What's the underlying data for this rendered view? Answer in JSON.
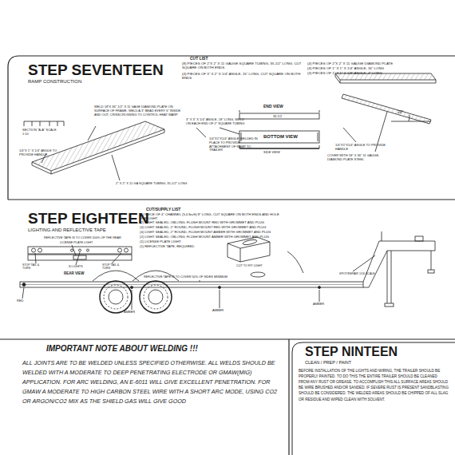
{
  "diagram": {
    "labels": [
      "STEP SEVENTEEN",
      "RAMP CONSTRUCTION",
      "CUT LIST",
      "(8) PIECES OF 2\"X 2\" X 11 GAUGE SQUARE TUBING, 35-1/2\" LONG, CUT SQUARE ON BOTH ENDS.",
      "(4) PIECES OF 3\" X 2\" X 1/4\" ANGLE, 15\" LONG, CUT SQUARE ON BOTH ENDS",
      "(4) PIECES OF 2\"X 2\" X 11 GAUGE DIAMOND PLATE",
      "(4) PIECES OF 1\" X 1\" X 1/4\" ANGLE, 16\" LONG",
      "(4) PIECES OF 1\" X 1\" X 1/8\" ANGLE, 4\" LONG",
      "SECTION \"A-A\" SCALE 1:10",
      "WELD 18\"X 36\" 1/2\" X 11 GAGE DIAMOND PLATE ON SURFACE OF FRAME. WELD A 3\" BEAD EVERY 6\" INSIDE AND OUT, CRISSCROSSING TO CONTROL HEAT WARP",
      "1/4\"X 1\" X 1/4\" ANGLE TO PROVIDE HANDLE",
      "2\" X 2\" X 11 GA SQUARE TUBING, 35-1/2\" LONG",
      "3\" X 3\" X 1/4\" ANGLE, 18\" LONG, WELD ON EACH END OF 2\" SQUARE TUBING",
      "END VIEW",
      "36 1/2",
      "BOTTOM VIEW",
      "SIDE VIEW",
      "1/4\"X1\"X1/4\" ANGLE WELDED IN PLACE TO PROVIDE ATTACHMENT OF RAMP TO TRAILER",
      "1/4\"X1\"X1/4\" ANGLE TO PROVIDE HANDLE",
      "COVER WITH 18\" X 36\" 11 GAUGE, DIAMOND PLATE STEEL",
      "20°",
      "STEP EIGHTEEN",
      "LIGHTING AND REFLECTIVE TAPE",
      "CUT/SUPPLY LIST",
      "(1) PIECE OF 4\" CHANNEL (5.4 lbs/ft) 8\" LONG, CUT SQUARE ON BOTH ENDS AND HOLE FOR LIGHT",
      "(2) LIGHT SEALED, OBLONG, FLUSH MOUNT RED WITH GROMMET AND PLUG",
      "(4) LIGHT SEALED, 2\" ROUND, FLUSH MOUNT RED WITH GROMMET AND PLUG",
      "(4) LIGHT SEALED, 2\" ROUND, FLUSH MOUNT AMBER WITH GROMMET AND PLUG",
      "(2) LIGHT SEALED, OBLONG, FLUSH MOUNT AMBER WITH GROMMET AND PLUG",
      "(1) LICENSE PLATE LIGHT",
      "(1) REFLECTIVE TAPE, REQUIRED",
      "REFLECTIVE TAPE IS TO COVER 100% OF THE REAR",
      "LICENSE PLATE LIGHT",
      "STOP TAIL & TURN",
      "ID LIGHTS",
      "STOP TAIL & TURN",
      "REAR VIEW",
      "CUT TO FIT LIGHT",
      "SPOT/REPAIR 1/16 SCALE",
      "REFLECTIVE TAPE IS TO COVER 50% OF SIDES MINIMUM",
      "RED",
      "AMBER",
      "AMBER",
      "AMBER",
      "IMPORTANT NOTE ABOUT WELDING !!!",
      "ALL JOINTS ARE TO BE WELDED UNLESS SPECIFIED OTHERWISE. ALL WELDS SHOULD BE WELDED WITH A MODERATE TO DEEP PENETRATING ELECTRODE OR GMAW(MIG) APPLICATION. FOR ARC WELDING, AN E-6011 WILL GIVE EXCELLENT PENETRATION. FOR GMAW A MODERATE TO HIGH CARBON STEEL WIRE WITH A SHORT ARC MODE, USING CO2 OR ARGON/CO2 MIX AS THE SHIELD GAS WILL GIVE GOOD",
      "STEP NINTEEN",
      "CLEAN / PREP / PAINT",
      "BEFORE INSTALLATION OF THE LIGHTS AND WIRING, THE TRAILER SHOULD BE PROPERLY PAINTED. TO DO THIS THE ENTIRE TRAILER SHOULD BE CLEANED FROM ANY RUST OR GREASE. TO ACCOMPLISH THIS ALL SURFACE AREAS SHOULD BE WIRE BRUSHED AND/OR SANDED. IF SEVERE RUST IS PRESENT SANDBLASTING SHOULD BE CONSIDERED. THE WELDED AREAS SHOULD BE CHIPPED OF ALL SLAG OR RESIDUE AND WIPED CLEAN WITH SOLVENT."
    ]
  }
}
